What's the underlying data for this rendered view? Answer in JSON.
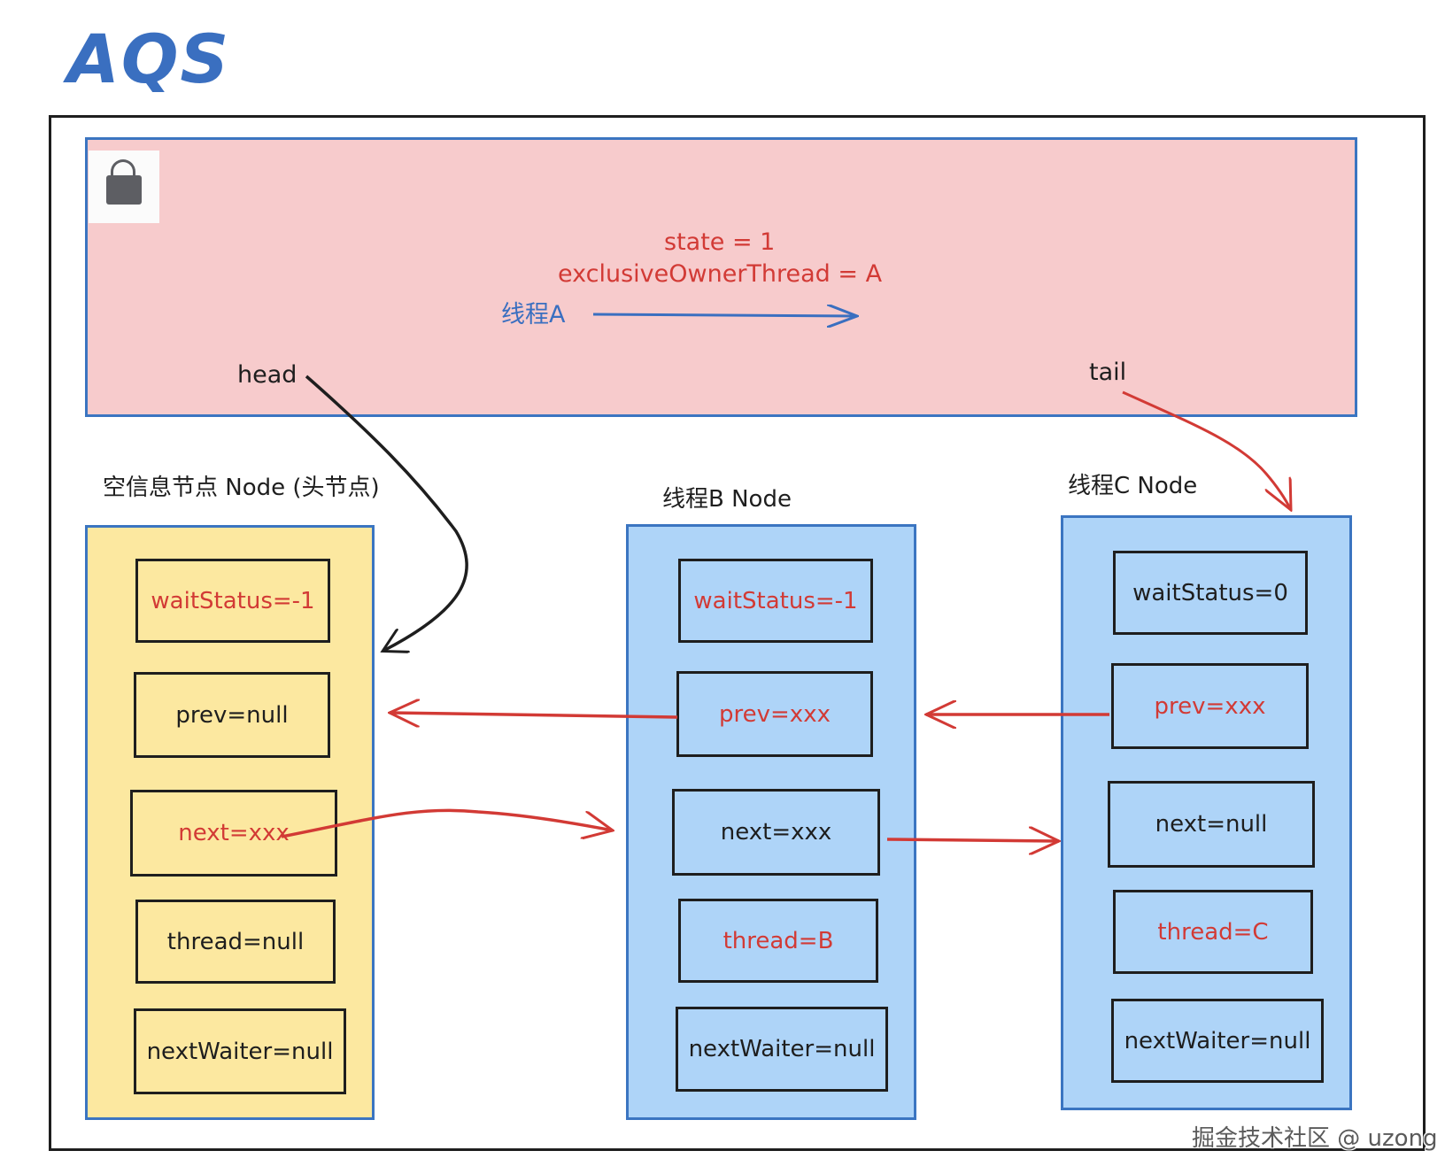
{
  "title": "AQS",
  "aqs": {
    "lock_icon": "lock-icon",
    "state_text": "state = 1",
    "owner_text": "exclusiveOwnerThread = A",
    "thread_label": "线程A",
    "head_label": "head",
    "tail_label": "tail"
  },
  "nodes": [
    {
      "title": "空信息节点 Node (头节点)",
      "fields": [
        {
          "text": "waitStatus=-1",
          "color": "#d23a35"
        },
        {
          "text": "prev=null",
          "color": "#1e1e1e"
        },
        {
          "text": "next=xxx",
          "color": "#d23a35"
        },
        {
          "text": "thread=null",
          "color": "#1e1e1e"
        },
        {
          "text": "nextWaiter=null",
          "color": "#1e1e1e"
        }
      ]
    },
    {
      "title": "线程B Node",
      "fields": [
        {
          "text": "waitStatus=-1",
          "color": "#d23a35"
        },
        {
          "text": "prev=xxx",
          "color": "#d23a35"
        },
        {
          "text": "next=xxx",
          "color": "#1e1e1e"
        },
        {
          "text": "thread=B",
          "color": "#d23a35"
        },
        {
          "text": "nextWaiter=null",
          "color": "#1e1e1e"
        }
      ]
    },
    {
      "title": "线程C Node",
      "fields": [
        {
          "text": "waitStatus=0",
          "color": "#1e1e1e"
        },
        {
          "text": "prev=xxx",
          "color": "#d23a35"
        },
        {
          "text": "next=null",
          "color": "#1e1e1e"
        },
        {
          "text": "thread=C",
          "color": "#d23a35"
        },
        {
          "text": "nextWaiter=null",
          "color": "#1e1e1e"
        }
      ]
    }
  ],
  "colors": {
    "aqs_fill": "#f7cbcc",
    "head_node_fill": "#fce8a0",
    "thread_node_fill": "#aed4f8",
    "border_blue": "#3b75c1",
    "accent_red": "#d23a35",
    "accent_blue": "#3a6fc0"
  },
  "watermark": "掘金技术社区 @ uzong"
}
